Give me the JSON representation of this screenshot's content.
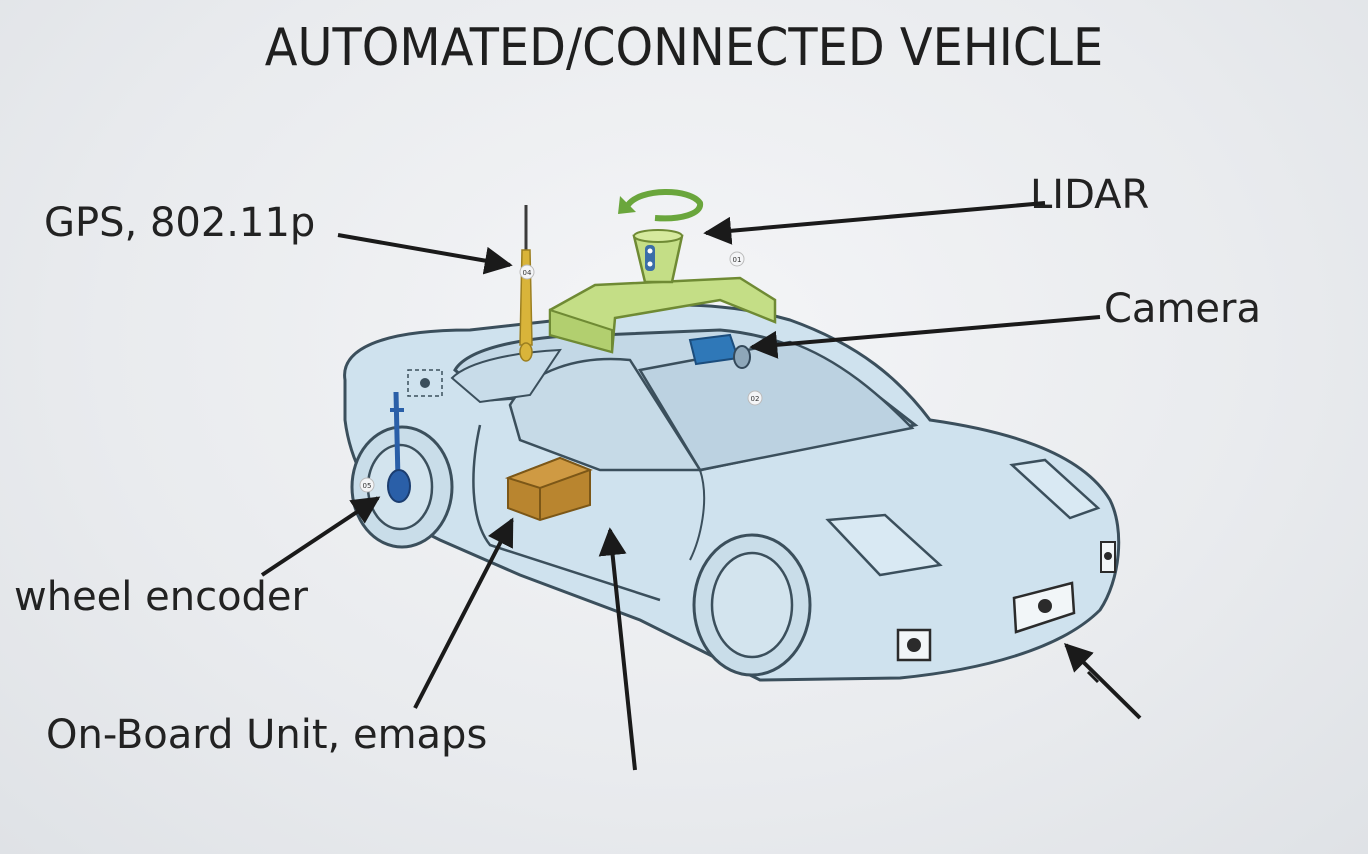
{
  "title": "AUTOMATED/CONNECTED VEHICLE",
  "labels": {
    "gps": "GPS, 802.11p",
    "lidar": "LIDAR",
    "camera": "Camera",
    "wheel_encoder": "wheel encoder",
    "onboard_unit": "On-Board Unit, emaps"
  },
  "markers": {
    "m01": "01",
    "m02": "02",
    "m04": "04",
    "m05": "05"
  },
  "colors": {
    "car_body": "#cfe2ee",
    "car_outline": "#3b4f5c",
    "roof_rack": "#c4de86",
    "antenna": "#d9b43a",
    "obu_box": "#b9852f",
    "camera": "#2f78b8",
    "wheel_encoder": "#2a5fa8",
    "arrow": "#1a1a1a"
  }
}
